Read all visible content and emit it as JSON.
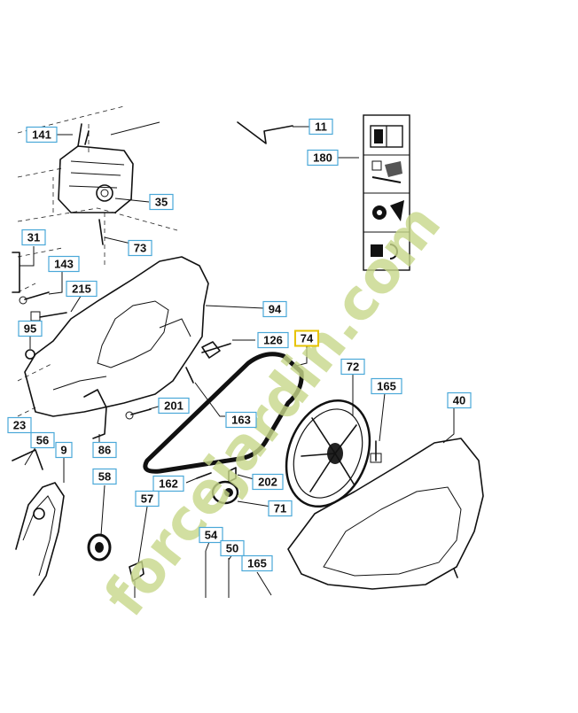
{
  "callouts": [
    {
      "id": "c141",
      "text": "141"
    },
    {
      "id": "c11",
      "text": "11"
    },
    {
      "id": "c180",
      "text": "180"
    },
    {
      "id": "c35",
      "text": "35"
    },
    {
      "id": "c31",
      "text": "31"
    },
    {
      "id": "c73",
      "text": "73"
    },
    {
      "id": "c143",
      "text": "143"
    },
    {
      "id": "c215",
      "text": "215"
    },
    {
      "id": "c94",
      "text": "94"
    },
    {
      "id": "c95",
      "text": "95"
    },
    {
      "id": "c126",
      "text": "126"
    },
    {
      "id": "c74",
      "text": "74"
    },
    {
      "id": "c72",
      "text": "72"
    },
    {
      "id": "c165a",
      "text": "165"
    },
    {
      "id": "c40",
      "text": "40"
    },
    {
      "id": "c201",
      "text": "201"
    },
    {
      "id": "c163",
      "text": "163"
    },
    {
      "id": "c23",
      "text": "23"
    },
    {
      "id": "c56",
      "text": "56"
    },
    {
      "id": "c9",
      "text": "9"
    },
    {
      "id": "c86",
      "text": "86"
    },
    {
      "id": "c58",
      "text": "58"
    },
    {
      "id": "c162",
      "text": "162"
    },
    {
      "id": "c202",
      "text": "202"
    },
    {
      "id": "c71",
      "text": "71"
    },
    {
      "id": "c57",
      "text": "57"
    },
    {
      "id": "c54",
      "text": "54"
    },
    {
      "id": "c50",
      "text": "50"
    },
    {
      "id": "c165b",
      "text": "165"
    }
  ],
  "highlight": "74",
  "colors": {
    "callout_border": "#4aa8d8",
    "highlight_border": "#e6c300",
    "watermark": "#c8d88a",
    "watermark_accent": "#f0a030"
  },
  "watermark": {
    "text": "forcejardin.com"
  },
  "icons": [
    "manual-book-icon",
    "assembly-instructions-icon",
    "blade-warning-icon",
    "hand-rotation-warning-icon"
  ]
}
